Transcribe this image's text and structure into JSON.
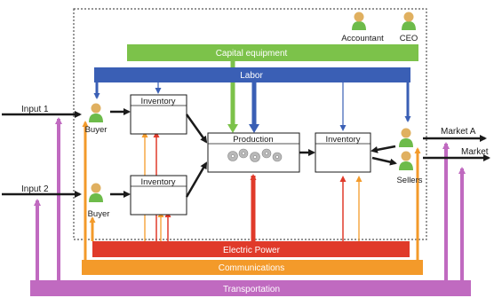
{
  "roles": {
    "accountant": "Accountant",
    "ceo": "CEO",
    "buyer_top": "Buyer",
    "buyer_bottom": "Buyer",
    "sellers": "Sellers"
  },
  "bars": {
    "capital_equipment": "Capital equipment",
    "labor": "Labor",
    "electric_power": "Electric Power",
    "communications": "Communications",
    "transportation": "Transportation"
  },
  "boxes": {
    "inventory_top": "Inventory",
    "inventory_bottom": "Inventory",
    "production": "Production",
    "inventory_out": "Inventory"
  },
  "inputs": {
    "input1": "Input 1",
    "input2": "Input 2"
  },
  "markets": {
    "market_a": "Market A",
    "market_b": "Market"
  },
  "colors": {
    "capital": "#7cc24a",
    "labor": "#3a5fb5",
    "electric": "#e03a2a",
    "communications": "#f39a2a",
    "transportation": "#c06ac0",
    "person_head": "#e0b060",
    "person_body": "#6dbb4a"
  }
}
